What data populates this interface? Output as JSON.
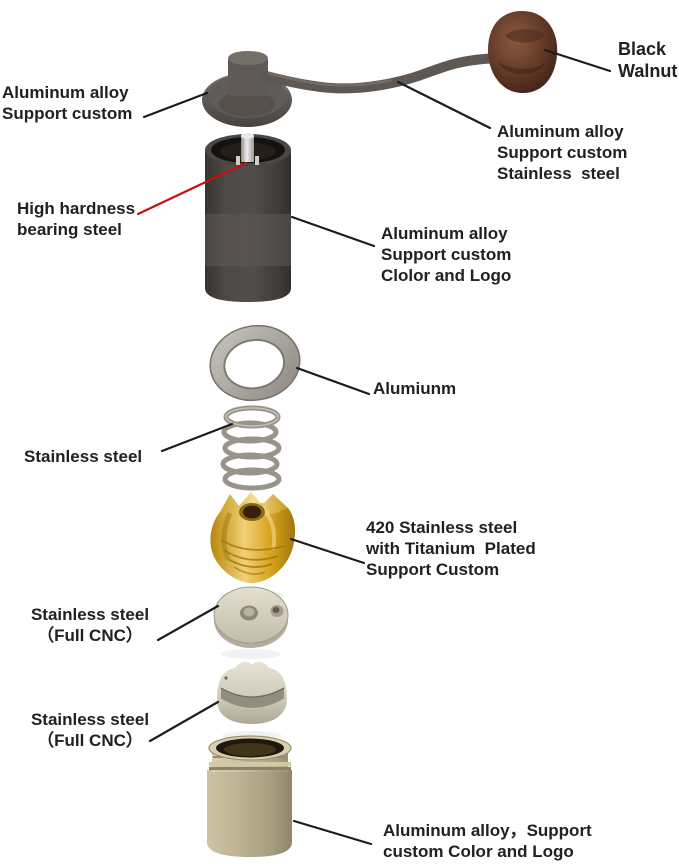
{
  "diagram": {
    "colors": {
      "background": "#ffffff",
      "callout_line": "#1c1c1c",
      "highlight_callout_line": "#c41212",
      "label_text": "#212121",
      "gunmetal_crank": "#585350",
      "walnut_knob": "#6b4330",
      "grinder_body": "#46423f",
      "aluminum_ring": "#a8a49d",
      "spring_steel": "#98948a",
      "titanium_gold_burr": "#d8a920",
      "stainless_parts": "#d2ccbe",
      "champagne_cup": "#b3a98c"
    },
    "labels": [
      {
        "id": "black-walnut",
        "part": "handle-knob",
        "text": "Black\nWalnut"
      },
      {
        "id": "crank-cap",
        "part": "crank-cap",
        "text": "Aluminum alloy\nSupport custom"
      },
      {
        "id": "handle-arm",
        "part": "handle-arm",
        "text": "Aluminum alloy\nSupport custom\nStainless  steel"
      },
      {
        "id": "bearing",
        "part": "bearing-shaft",
        "text": "High hardness\nbearing steel"
      },
      {
        "id": "body",
        "part": "grinder-body",
        "text": "Aluminum alloy\nSupport custom\nClolor and Logo"
      },
      {
        "id": "ring",
        "part": "washer-ring",
        "text": "Alumiunm"
      },
      {
        "id": "spring",
        "part": "spring",
        "text": "Stainless steel"
      },
      {
        "id": "burr",
        "part": "burr-core",
        "text": "420 Stainless steel\nwith Titanium  Plated\nSupport Custom"
      },
      {
        "id": "base-plate",
        "part": "base-plate",
        "text": "Stainless steel\n（Full CNC）"
      },
      {
        "id": "adjust-knob",
        "part": "adjustment-knob",
        "text": "Stainless steel\n（Full CNC）"
      },
      {
        "id": "cup",
        "part": "grounds-cup",
        "text": "Aluminum alloy，Support\ncustom Color and Logo"
      }
    ]
  }
}
